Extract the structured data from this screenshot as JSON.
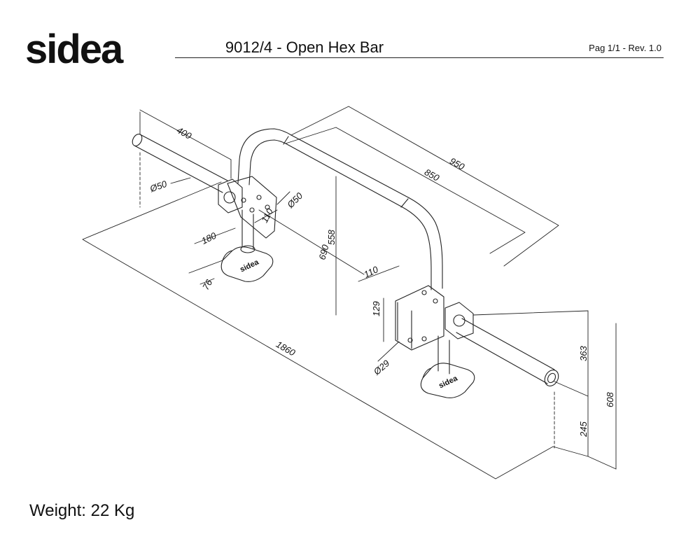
{
  "header": {
    "logo": "sidea",
    "title": "9012/4 - Open Hex Bar",
    "page_info": "Pag 1/1 - Rev. 1.0"
  },
  "footer": {
    "weight": "Weight: 22 Kg"
  },
  "drawing": {
    "plate_logo": "sidea",
    "dimensions": {
      "d400": "400",
      "d950": "950",
      "d850": "850",
      "d558": "558",
      "d690": "690",
      "d180": "180",
      "d76": "76",
      "d110a": "110",
      "d110b": "110",
      "d129": "129",
      "d1860": "1860",
      "d363": "363",
      "d608": "608",
      "d245": "245",
      "phi50a": "Ø50",
      "phi50b": "Ø50",
      "phi29": "Ø29"
    }
  }
}
